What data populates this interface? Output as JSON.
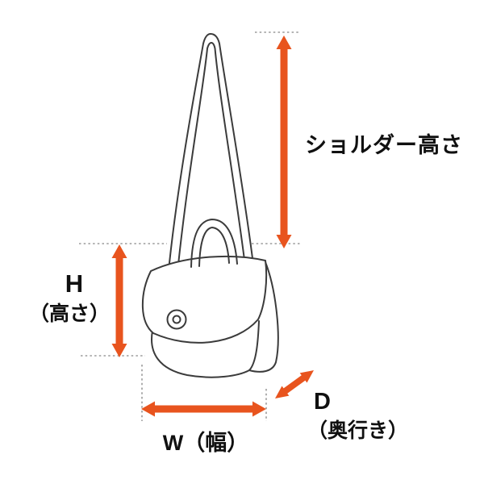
{
  "diagram": {
    "accent_color": "#E8541E",
    "line_color": "#3B3B3B",
    "guide_color": "#9B9B9B",
    "labels": {
      "shoulder_height": "ショルダー高さ",
      "height_letter": "H",
      "height_sub": "（高さ）",
      "width": "W（幅）",
      "depth_letter": "D",
      "depth_sub": "（奥行き）"
    }
  }
}
